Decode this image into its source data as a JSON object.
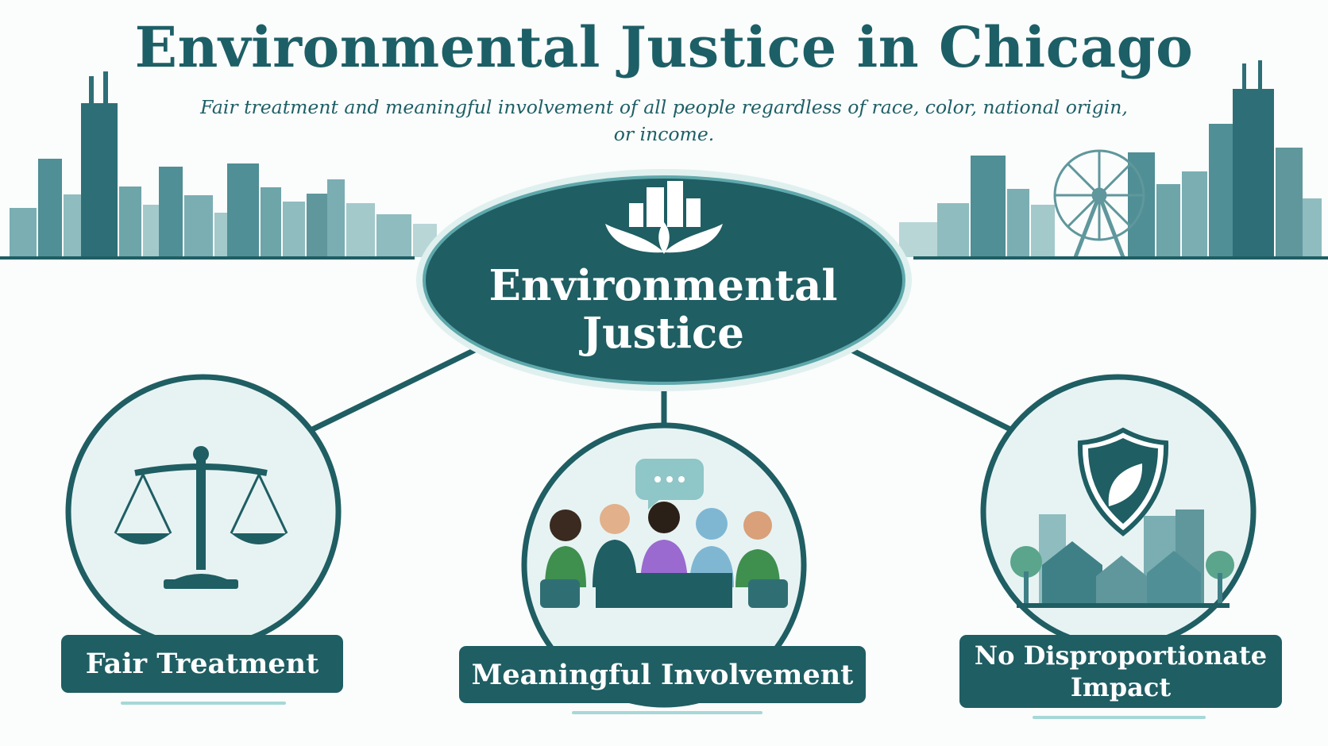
{
  "header": {
    "title": "Environmental Justice in Chicago",
    "subtitle": "Fair treatment and meaningful involvement of all people regardless of race, color, national origin, or income."
  },
  "center": {
    "label": "Environmental Justice",
    "icon": "city-leaf-icon"
  },
  "pillars": [
    {
      "label": "Fair Treatment",
      "icon": "scales-of-justice-icon"
    },
    {
      "label": "Meaningful Involvement",
      "icon": "community-meeting-icon"
    },
    {
      "label": "No Disproportionate Impact",
      "icon": "shield-leaf-neighborhood-icon"
    }
  ],
  "colors": {
    "primary": "#1f5e63",
    "title": "#1d5f66",
    "ring": "#5fa8ab",
    "circle_fill": "#e7f3f3",
    "accent": "#a6d8d6",
    "skyline": "#3f8087"
  }
}
